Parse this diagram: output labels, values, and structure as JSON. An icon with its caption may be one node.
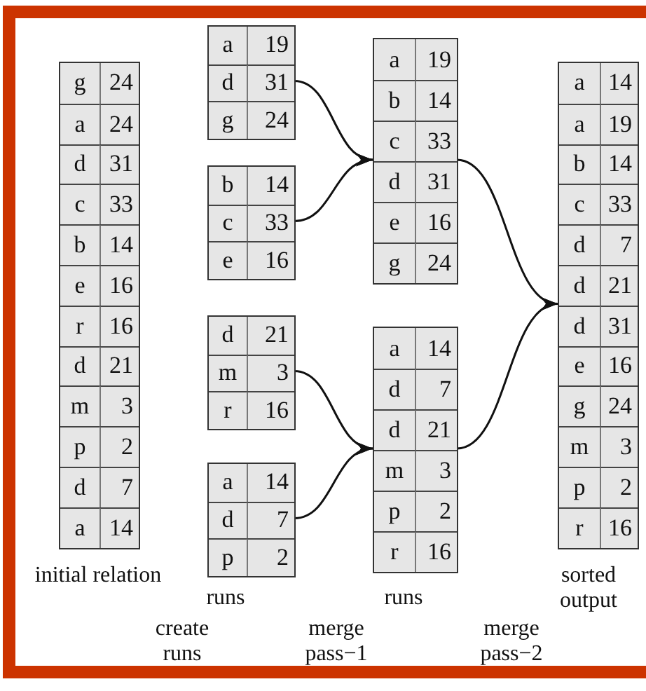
{
  "diagram": {
    "nodes": [
      {
        "text": [
          "g",
          "24",
          "a",
          "24",
          "d",
          "31",
          "c",
          "33",
          "b",
          "14",
          "e",
          "16",
          "r",
          "16",
          "d",
          "21",
          "m",
          "3",
          "p",
          "2",
          "d",
          "7",
          "a",
          "14"
        ],
        "beside": [
          "initial relation"
        ]
      },
      {
        "text": [
          "a",
          "19",
          "d",
          "31",
          "g",
          "24"
        ]
      },
      {
        "text": [
          "b",
          "14",
          "c",
          "33",
          "e",
          "16"
        ]
      },
      {
        "text": [
          "d",
          "21",
          "m",
          "3",
          "r",
          "16"
        ]
      },
      {
        "text": [
          "a",
          "14",
          "d",
          "7",
          "p",
          "2"
        ]
      },
      {
        "text": [
          "a",
          "19",
          "b",
          "14",
          "c",
          "33",
          "d",
          "31",
          "e",
          "16",
          "g",
          "24"
        ]
      },
      {
        "text": [
          "a",
          "14",
          "d",
          "7",
          "d",
          "21",
          "m",
          "3",
          "p",
          "2",
          "r",
          "16"
        ]
      },
      {
        "text": [
          "a",
          "14",
          "a",
          "19",
          "b",
          "14",
          "c",
          "33",
          "d",
          "7",
          "d",
          "21",
          "d",
          "31",
          "e",
          "16",
          "g",
          "24",
          "m",
          "3",
          "p",
          "2",
          "r",
          "16"
        ],
        "beside": [
          "sorted output"
        ]
      }
    ],
    "edges": [
      {
        "from": 1,
        "to": 5,
        "arrow": "to"
      },
      {
        "from": 2,
        "to": 5,
        "arrow": "to"
      },
      {
        "from": 3,
        "to": 6,
        "arrow": "to"
      },
      {
        "from": 4,
        "to": 6,
        "arrow": "to"
      },
      {
        "from": 5,
        "to": 7,
        "arrow": "to"
      },
      {
        "from": 6,
        "to": 7,
        "arrow": "to"
      }
    ],
    "labels": [
      "runs",
      "runs",
      "create runs",
      "merge pass−1",
      "merge pass−2"
    ]
  }
}
